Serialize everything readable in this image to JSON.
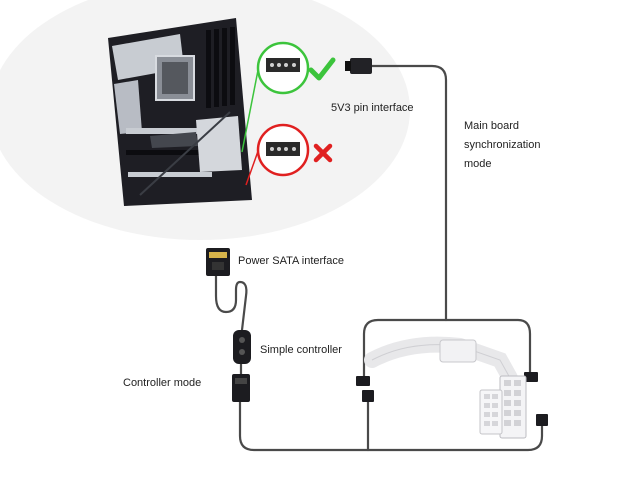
{
  "labels": {
    "pin_interface": "5V3 pin interface",
    "main_board_sync_line1": "Main board",
    "main_board_sync_line2": "synchronization",
    "main_board_sync_line3": "mode",
    "power_sata": "Power SATA interface",
    "simple_controller": "Simple controller",
    "controller_mode": "Controller mode"
  },
  "colors": {
    "background": "#ffffff",
    "cable": "#4a4a4a",
    "correct": "#3cc43c",
    "wrong": "#e02020",
    "board": "#1e1e24",
    "board_accent": "#c8ccd2"
  },
  "icons": {
    "correct": "check-mark-icon",
    "wrong": "cross-mark-icon"
  }
}
